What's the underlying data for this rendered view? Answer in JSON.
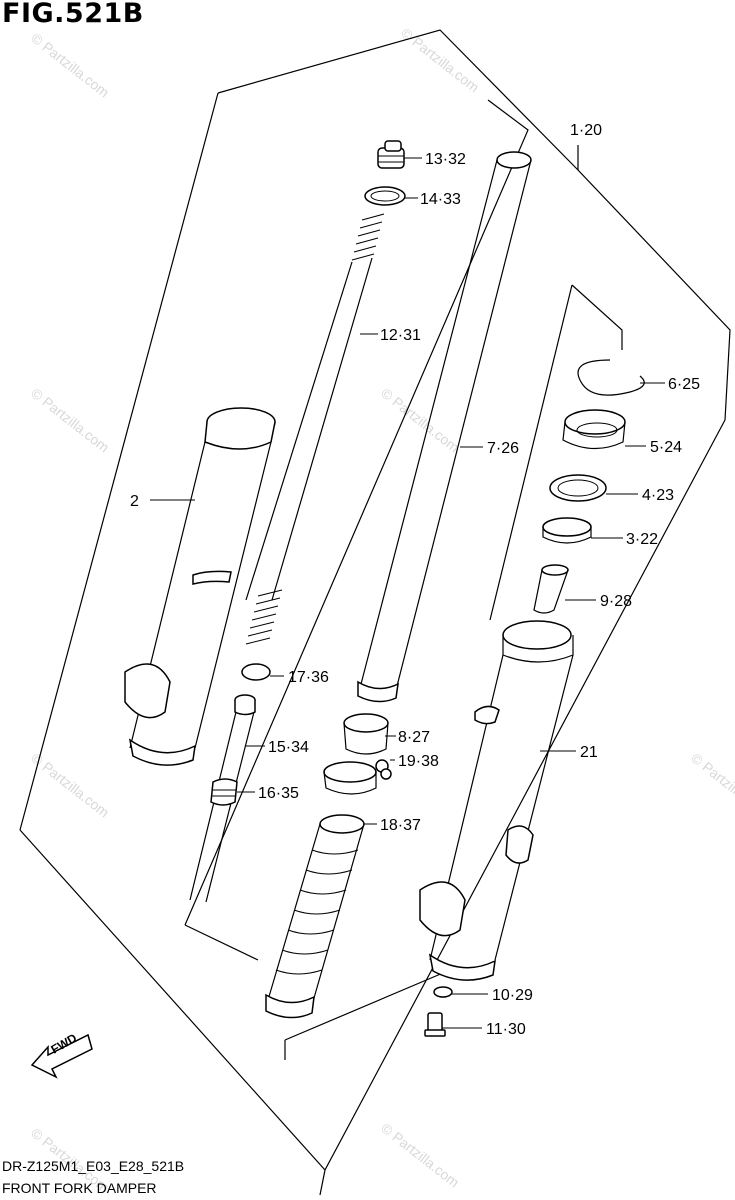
{
  "figure_title": "FIG.521B",
  "footer_code": "DR-Z125M1_E03_E28_521B",
  "footer_name": "FRONT FORK DAMPER",
  "watermark": "© Partzilla.com",
  "fwd_label": "FWD",
  "callouts": {
    "c1_20": "1·20",
    "c13_32": "13·32",
    "c14_33": "14·33",
    "c12_31": "12·31",
    "c7_26": "7·26",
    "c6_25": "6·25",
    "c5_24": "5·24",
    "c4_23": "4·23",
    "c3_22": "3·22",
    "c9_28": "9·28",
    "c2": "2",
    "c17_36": "17·36",
    "c15_34": "15·34",
    "c16_35": "16·35",
    "c8_27": "8·27",
    "c19_38": "19·38",
    "c18_37": "18·37",
    "c21": "21",
    "c10_29": "10·29",
    "c11_30": "11·30"
  }
}
